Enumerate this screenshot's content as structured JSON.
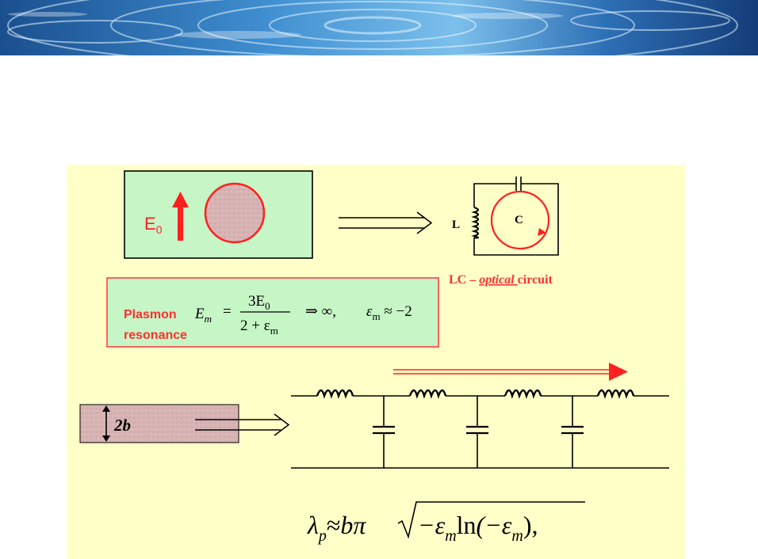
{
  "sphere_diagram": {
    "field_label": "E",
    "field_sub": "0"
  },
  "lc_circuit": {
    "inductor_label": "L",
    "capacitor_label": "C",
    "caption_lc": "LC – ",
    "caption_optical": "optical ",
    "caption_circuit": "circuit"
  },
  "resonance_box": {
    "title_line1": "Plasmon",
    "title_line2": "resonance",
    "formula_lhs": "E",
    "formula_lhs_sub": "m",
    "formula_eq": "=",
    "formula_num": "3E",
    "formula_num_sub": "0",
    "formula_den": "2 + ε",
    "formula_den_sub": "m",
    "formula_rhs": "⇒ ∞,",
    "formula_cond": "ε",
    "formula_cond_sub": "m",
    "formula_cond_rhs": " ≈ −2"
  },
  "wire_diagram": {
    "thickness_label": "2b"
  },
  "wavelength_formula": {
    "lambda": "λ",
    "lambda_sub": "p",
    "approx": "≈",
    "prefix": "bπ",
    "radicand_a": "−ε",
    "radicand_a_sub": "m",
    "ln": "ln",
    "radicand_b": "(−ε",
    "radicand_b_sub": "m",
    "radicand_b_close": "),",
    "trailing": ""
  },
  "colors": {
    "panel_bg": "#ffffc8",
    "green_box": "#c6f5c6",
    "particle": "#d8b4b4",
    "red": "#ff2020",
    "label_red": "#ff3030"
  }
}
